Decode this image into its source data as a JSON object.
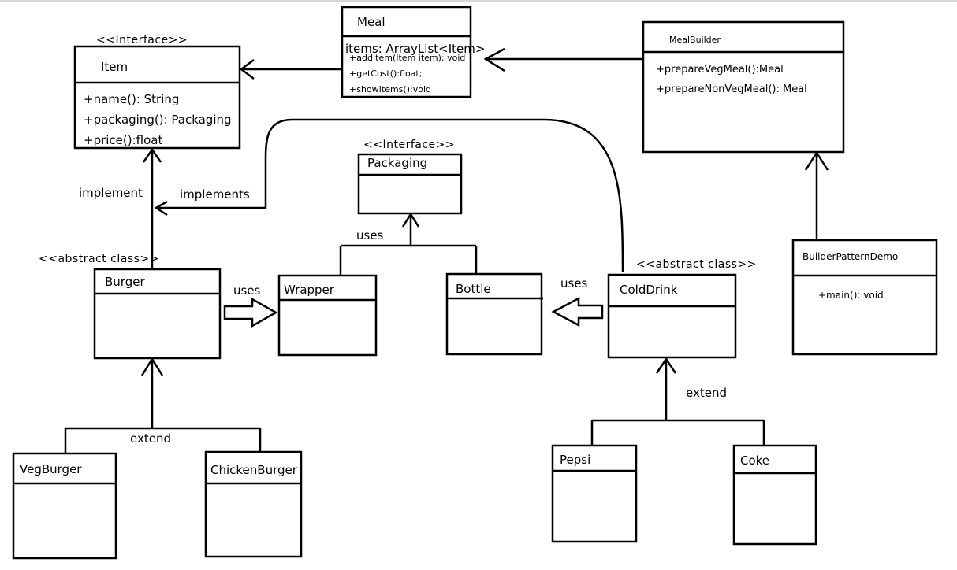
{
  "stereotypes": {
    "interface": "<<Interface>>",
    "abstract": "<<abstract class>>"
  },
  "classes": {
    "item": {
      "name": "Item",
      "members": [
        "+name(): String",
        "+packaging(): Packaging",
        "+price():float"
      ]
    },
    "meal": {
      "name": "Meal",
      "members": [
        "items: ArrayList<Item>",
        "+addItem(Item item): void",
        "+getCost():float;",
        "+showItems():void"
      ]
    },
    "meal_builder": {
      "name": "MealBuilder",
      "members": [
        "+prepareVegMeal():Meal",
        "+prepareNonVegMeal(): Meal"
      ]
    },
    "packaging": {
      "name": "Packaging",
      "members": []
    },
    "burger": {
      "name": "Burger",
      "members": []
    },
    "wrapper": {
      "name": "Wrapper",
      "members": []
    },
    "bottle": {
      "name": "Bottle",
      "members": []
    },
    "cold_drink": {
      "name": "ColdDrink",
      "members": []
    },
    "builder_pattern_demo": {
      "name": "BuilderPatternDemo",
      "members": [
        "+main(): void"
      ]
    },
    "veg_burger": {
      "name": "VegBurger",
      "members": []
    },
    "chicken_burger": {
      "name": "ChickenBurger",
      "members": []
    },
    "pepsi": {
      "name": "Pepsi",
      "members": []
    },
    "coke": {
      "name": "Coke",
      "members": []
    }
  },
  "labels": {
    "implement": "implement",
    "implements": "implements",
    "uses_packaging": "uses",
    "uses_burger_wrapper": "uses",
    "uses_colddrink_bottle": "uses",
    "extend_burger": "extend",
    "extend_colddrink": "extend"
  }
}
